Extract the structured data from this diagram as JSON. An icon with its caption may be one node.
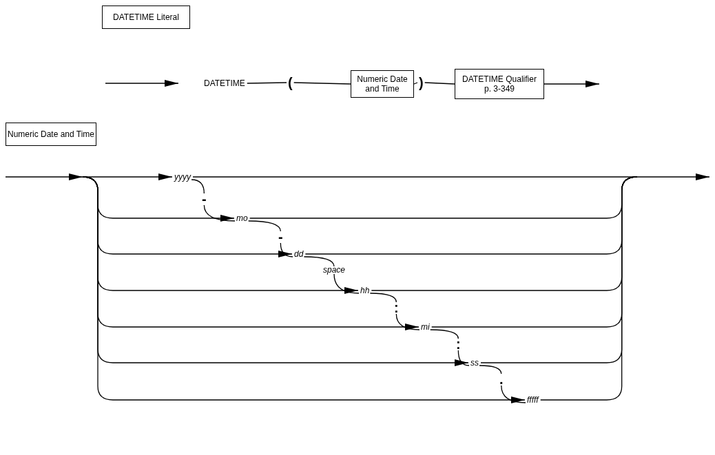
{
  "diagram": {
    "nodes": [
      {
        "text": [
          "DATETIME Literal"
        ]
      },
      {
        "text": [
          "DATETIME"
        ]
      },
      {
        "text": [
          "("
        ]
      },
      {
        "text": [
          "Numeric Date and Time"
        ]
      },
      {
        "text": [
          ")"
        ]
      },
      {
        "text": [
          "DATETIME Qualifier",
          "p. 3-349"
        ]
      },
      {
        "text": [
          "Numeric Date and Time"
        ]
      },
      {
        "text": [
          "yyyy"
        ]
      },
      {
        "text": [
          "-"
        ]
      },
      {
        "text": [
          "mo"
        ]
      },
      {
        "text": [
          "-"
        ]
      },
      {
        "text": [
          "dd"
        ]
      },
      {
        "text": [
          "space"
        ]
      },
      {
        "text": [
          "hh"
        ]
      },
      {
        "text": [
          ":"
        ]
      },
      {
        "text": [
          "mi"
        ]
      },
      {
        "text": [
          ":"
        ]
      },
      {
        "text": [
          "ss"
        ]
      },
      {
        "text": [
          "."
        ]
      },
      {
        "text": [
          "fffff"
        ]
      }
    ],
    "edges": [
      {
        "from": null,
        "to": 1,
        "arrow": "to"
      },
      {
        "from": 1,
        "to": 2,
        "arrow": "none"
      },
      {
        "from": 2,
        "to": 3,
        "arrow": "none"
      },
      {
        "from": 3,
        "to": 4,
        "arrow": "none"
      },
      {
        "from": 4,
        "to": 5,
        "arrow": "none"
      },
      {
        "from": 5,
        "to": null,
        "arrow": "to"
      },
      {
        "from": null,
        "to": 7,
        "arrow": "to"
      },
      {
        "from": null,
        "to": 9,
        "arrow": "to"
      },
      {
        "from": null,
        "to": 11,
        "arrow": "to"
      },
      {
        "from": null,
        "to": 13,
        "arrow": "to"
      },
      {
        "from": null,
        "to": 15,
        "arrow": "to"
      },
      {
        "from": null,
        "to": 17,
        "arrow": "to"
      },
      {
        "from": null,
        "to": 19,
        "arrow": "to"
      },
      {
        "from": 7,
        "to": 8,
        "arrow": "none"
      },
      {
        "from": 8,
        "to": 9,
        "arrow": "none"
      },
      {
        "from": 9,
        "to": 10,
        "arrow": "none"
      },
      {
        "from": 10,
        "to": 11,
        "arrow": "none"
      },
      {
        "from": 11,
        "to": 12,
        "arrow": "none"
      },
      {
        "from": 12,
        "to": 13,
        "arrow": "none"
      },
      {
        "from": 13,
        "to": 14,
        "arrow": "none"
      },
      {
        "from": 14,
        "to": 15,
        "arrow": "none"
      },
      {
        "from": 15,
        "to": 16,
        "arrow": "none"
      },
      {
        "from": 16,
        "to": 17,
        "arrow": "none"
      },
      {
        "from": 17,
        "to": 18,
        "arrow": "none"
      },
      {
        "from": 18,
        "to": 19,
        "arrow": "none"
      },
      {
        "from": 7,
        "to": null,
        "arrow": "to"
      },
      {
        "from": 9,
        "to": null,
        "arrow": "to"
      },
      {
        "from": 11,
        "to": null,
        "arrow": "to"
      },
      {
        "from": 13,
        "to": null,
        "arrow": "to"
      },
      {
        "from": 15,
        "to": null,
        "arrow": "to"
      },
      {
        "from": 17,
        "to": null,
        "arrow": "to"
      },
      {
        "from": 19,
        "to": null,
        "arrow": "to"
      }
    ]
  }
}
